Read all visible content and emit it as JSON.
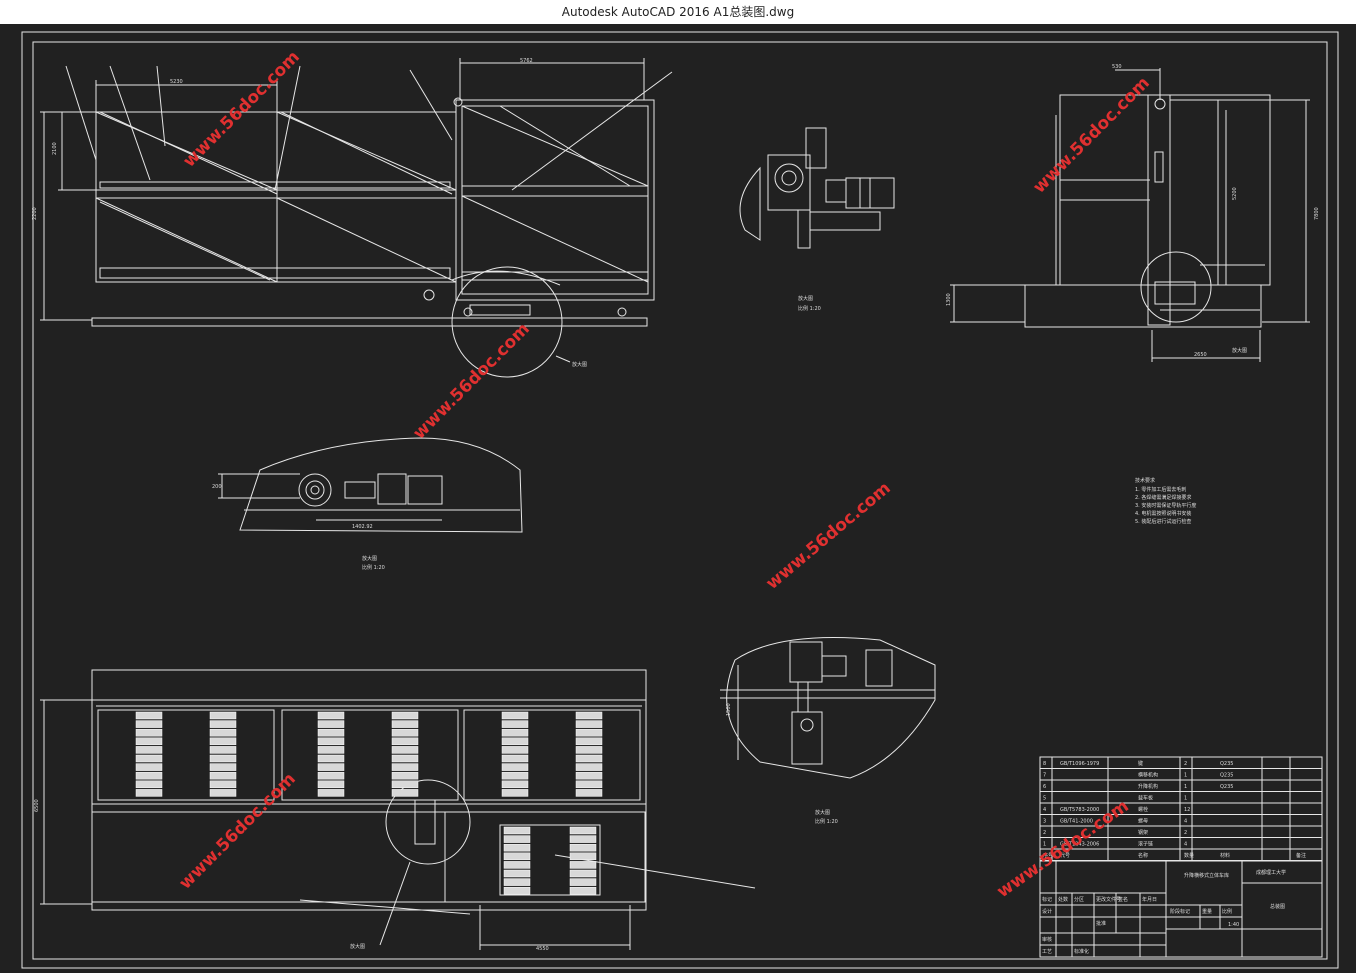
{
  "window": {
    "app_name": "Autodesk AutoCAD 2016",
    "file_name": "A1总装图.dwg"
  },
  "colors": {
    "canvas_bg": "#212121",
    "line": "#e6e6e6",
    "watermark": "#e03030"
  },
  "watermark": {
    "text": "www.56doc.com"
  },
  "drawing": {
    "front_view": {
      "dim_total_length": "5762",
      "dim_bay_width": "5230",
      "dim_height": "2200",
      "dim_tier": "2100",
      "detail_callout": "放大图"
    },
    "side_view": {
      "dim_top": "530",
      "dim_height": "7800",
      "dim_middle": "5200",
      "dim_base": "1300",
      "dim_bottom": "2650",
      "detail_callout": "放大图"
    },
    "detail_drive": {
      "dim_height": "200",
      "dim_length": "1402.92",
      "caption_line1": "放大图",
      "caption_line2": "比例 1:20"
    },
    "detail_top": {
      "caption_line1": "放大图",
      "caption_line2": "比例 1:20"
    },
    "detail_right": {
      "dim_height": "1500",
      "caption_line1": "放大图",
      "caption_line2": "比例 1:20"
    },
    "plan_view": {
      "dim_height": "6500",
      "dim_bottom": "4550",
      "detail_callout": "放大图"
    },
    "tech_notes": [
      "技术要求",
      "1. 零件加工后需去毛刺",
      "2. 各焊缝需满足焊接要求",
      "3. 安装时需保证导轨平行度",
      "4. 电机需按照说明书安装",
      "5. 装配后进行试运行检查"
    ]
  },
  "bom": {
    "rows": [
      {
        "no": "8",
        "code": "GB/T1096-1979",
        "name": "键",
        "qty": "2",
        "mat": "Q235",
        "note": ""
      },
      {
        "no": "7",
        "code": "",
        "name": "横移机构",
        "qty": "1",
        "mat": "Q235",
        "note": ""
      },
      {
        "no": "6",
        "code": "",
        "name": "升降机构",
        "qty": "1",
        "mat": "Q235",
        "note": ""
      },
      {
        "no": "5",
        "code": "",
        "name": "载车板",
        "qty": "1",
        "mat": "",
        "note": ""
      },
      {
        "no": "4",
        "code": "GB/T5783-2000",
        "name": "螺栓",
        "qty": "12",
        "mat": "",
        "note": ""
      },
      {
        "no": "3",
        "code": "GB/T41-2000",
        "name": "螺母",
        "qty": "4",
        "mat": "",
        "note": ""
      },
      {
        "no": "2",
        "code": "",
        "name": "钢架",
        "qty": "2",
        "mat": "",
        "note": ""
      },
      {
        "no": "1",
        "code": "GB/T1243-2006",
        "name": "滚子链",
        "qty": "4",
        "mat": "",
        "note": ""
      }
    ],
    "header": {
      "no": "序号",
      "code": "代号",
      "name": "名称",
      "qty": "数量",
      "mat": "材料",
      "note": "备注"
    }
  },
  "title_block": {
    "design_title": "升降横移式立体车库",
    "university": "成都理工大学",
    "drawing_name": "总装图",
    "scale": "1:40",
    "labels": [
      "标记",
      "处数",
      "分区",
      "更改文件号",
      "签名",
      "年月日",
      "设计",
      "审核",
      "工艺",
      "标准化",
      "批准",
      "阶段标记",
      "重量",
      "比例"
    ]
  }
}
